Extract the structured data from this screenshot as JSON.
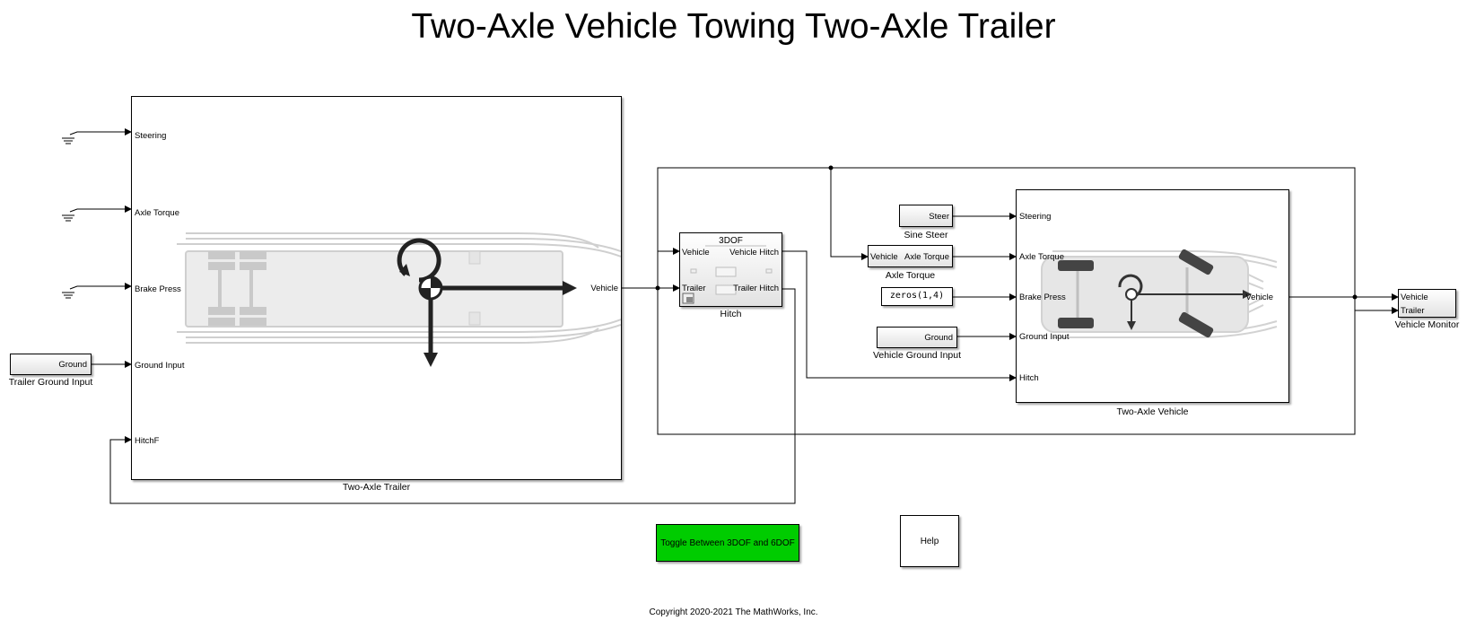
{
  "title": "Two-Axle Vehicle Towing Two-Axle Trailer",
  "trailer": {
    "caption": "Two-Axle Trailer",
    "inports": [
      "Steering",
      "Axle Torque",
      "Brake Press",
      "Ground Input",
      "HitchF"
    ],
    "outport": "Vehicle"
  },
  "trailer_ground": {
    "label": "Ground",
    "caption": "Trailer Ground Input"
  },
  "hitch": {
    "caption": "Hitch",
    "mode": "3DOF",
    "in_vehicle": "Vehicle",
    "in_trailer": "Trailer",
    "out_vehicle": "Vehicle Hitch",
    "out_trailer": "Trailer Hitch"
  },
  "sine_steer": {
    "label": "Steer",
    "caption": "Sine Steer"
  },
  "axle_torque": {
    "in_label": "Vehicle",
    "out_label": "Axle Torque",
    "caption": "Axle Torque"
  },
  "zeros": {
    "label": "zeros(1,4)"
  },
  "vehicle_ground": {
    "label": "Ground",
    "caption": "Vehicle Ground Input"
  },
  "vehicle": {
    "caption": "Two-Axle Vehicle",
    "inports": [
      "Steering",
      "Axle Torque",
      "Brake Press",
      "Ground Input",
      "Hitch"
    ],
    "outport": "Vehicle"
  },
  "monitor": {
    "in_vehicle": "Vehicle",
    "in_trailer": "Trailer",
    "caption": "Vehicle Monitor"
  },
  "toggle_label": "Toggle Between 3DOF and 6DOF",
  "help_label": "Help",
  "copyright": "Copyright 2020-2021 The MathWorks, Inc.",
  "colors": {
    "toggle_bg": "#00cc00",
    "line": "#000000",
    "ghost": "#c8c8c8"
  },
  "icons": [
    "ground-icon",
    "inport-arrow-icon",
    "vehicle-cg-icon",
    "trailer-body-icon",
    "vehicle-body-icon"
  ]
}
